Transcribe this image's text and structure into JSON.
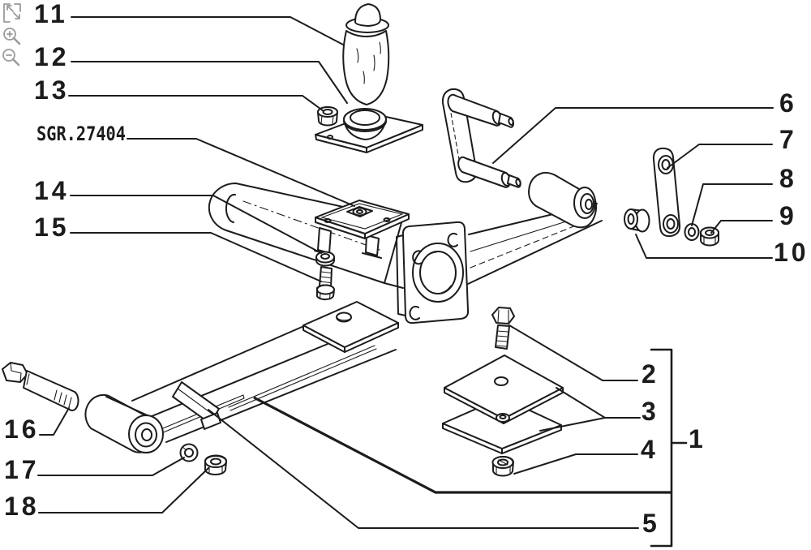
{
  "viewer": {
    "tools": [
      {
        "icon": "fit-view-icon"
      },
      {
        "icon": "zoom-in-icon"
      },
      {
        "icon": "zoom-out-icon"
      }
    ]
  },
  "diagram": {
    "reference_code": "SGR.27404",
    "colors": {
      "line": "#1c1c1c",
      "background": "#ffffff",
      "tool_icon": "#9b9b9b"
    },
    "callouts": {
      "c1": "1",
      "c2": "2",
      "c3": "3",
      "c4": "4",
      "c5": "5",
      "c6": "6",
      "c7": "7",
      "c8": "8",
      "c9": "9",
      "c10": "10",
      "c11": "11",
      "c12": "12",
      "c13": "13",
      "c14": "14",
      "c15": "15",
      "c16": "16",
      "c17": "17",
      "c18": "18"
    }
  }
}
